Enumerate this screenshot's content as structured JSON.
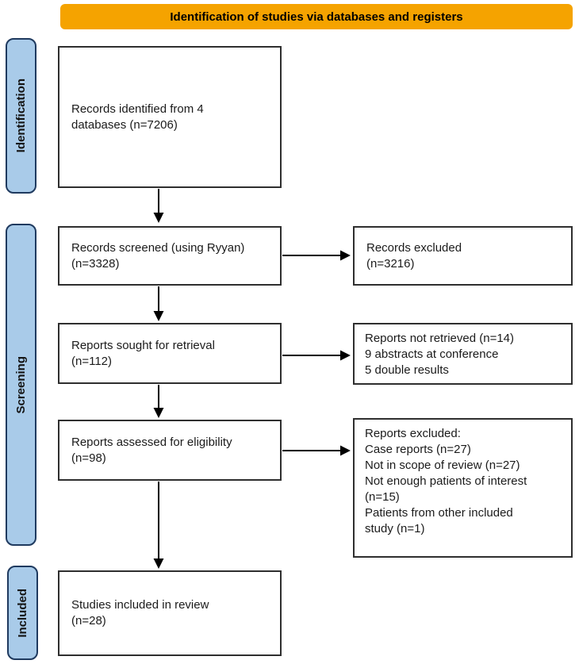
{
  "banner": {
    "label": "Identification of studies via databases and registers"
  },
  "sidebar_stages": [
    {
      "label": "Identification"
    },
    {
      "label": "Screening"
    },
    {
      "label": "Included"
    }
  ],
  "flow": {
    "identified": {
      "lines": [
        "Records identified from 4",
        "databases (n=7206)"
      ]
    },
    "screened": {
      "lines": [
        "Records screened (using Ryyan)",
        "(n=3328)"
      ]
    },
    "records_excluded": {
      "lines": [
        "Records excluded",
        "(n=3216)"
      ]
    },
    "sought": {
      "lines": [
        "Reports sought for retrieval",
        "(n=112)"
      ]
    },
    "not_retrieved": {
      "lines": [
        "Reports not retrieved (n=14)",
        "9 abstracts at conference",
        "5 double results"
      ]
    },
    "assessed": {
      "lines": [
        "Reports assessed for eligibility",
        "(n=98)"
      ]
    },
    "reports_excluded": {
      "lines": [
        "Reports excluded:",
        "Case reports (n=27)",
        "Not in scope of review (n=27)",
        "Not enough patients of interest",
        "(n=15)",
        "Patients from other included",
        "study (n=1)"
      ]
    },
    "included": {
      "lines": [
        "Studies included in review",
        "(n=28)"
      ]
    }
  },
  "colors": {
    "banner_bg": "#F5A300",
    "banner_text": "#000000",
    "stage_fill": "#A9CBE9",
    "stage_border": "#1F3A5F",
    "box_border": "#2F2F2F",
    "arrow": "#000000"
  }
}
